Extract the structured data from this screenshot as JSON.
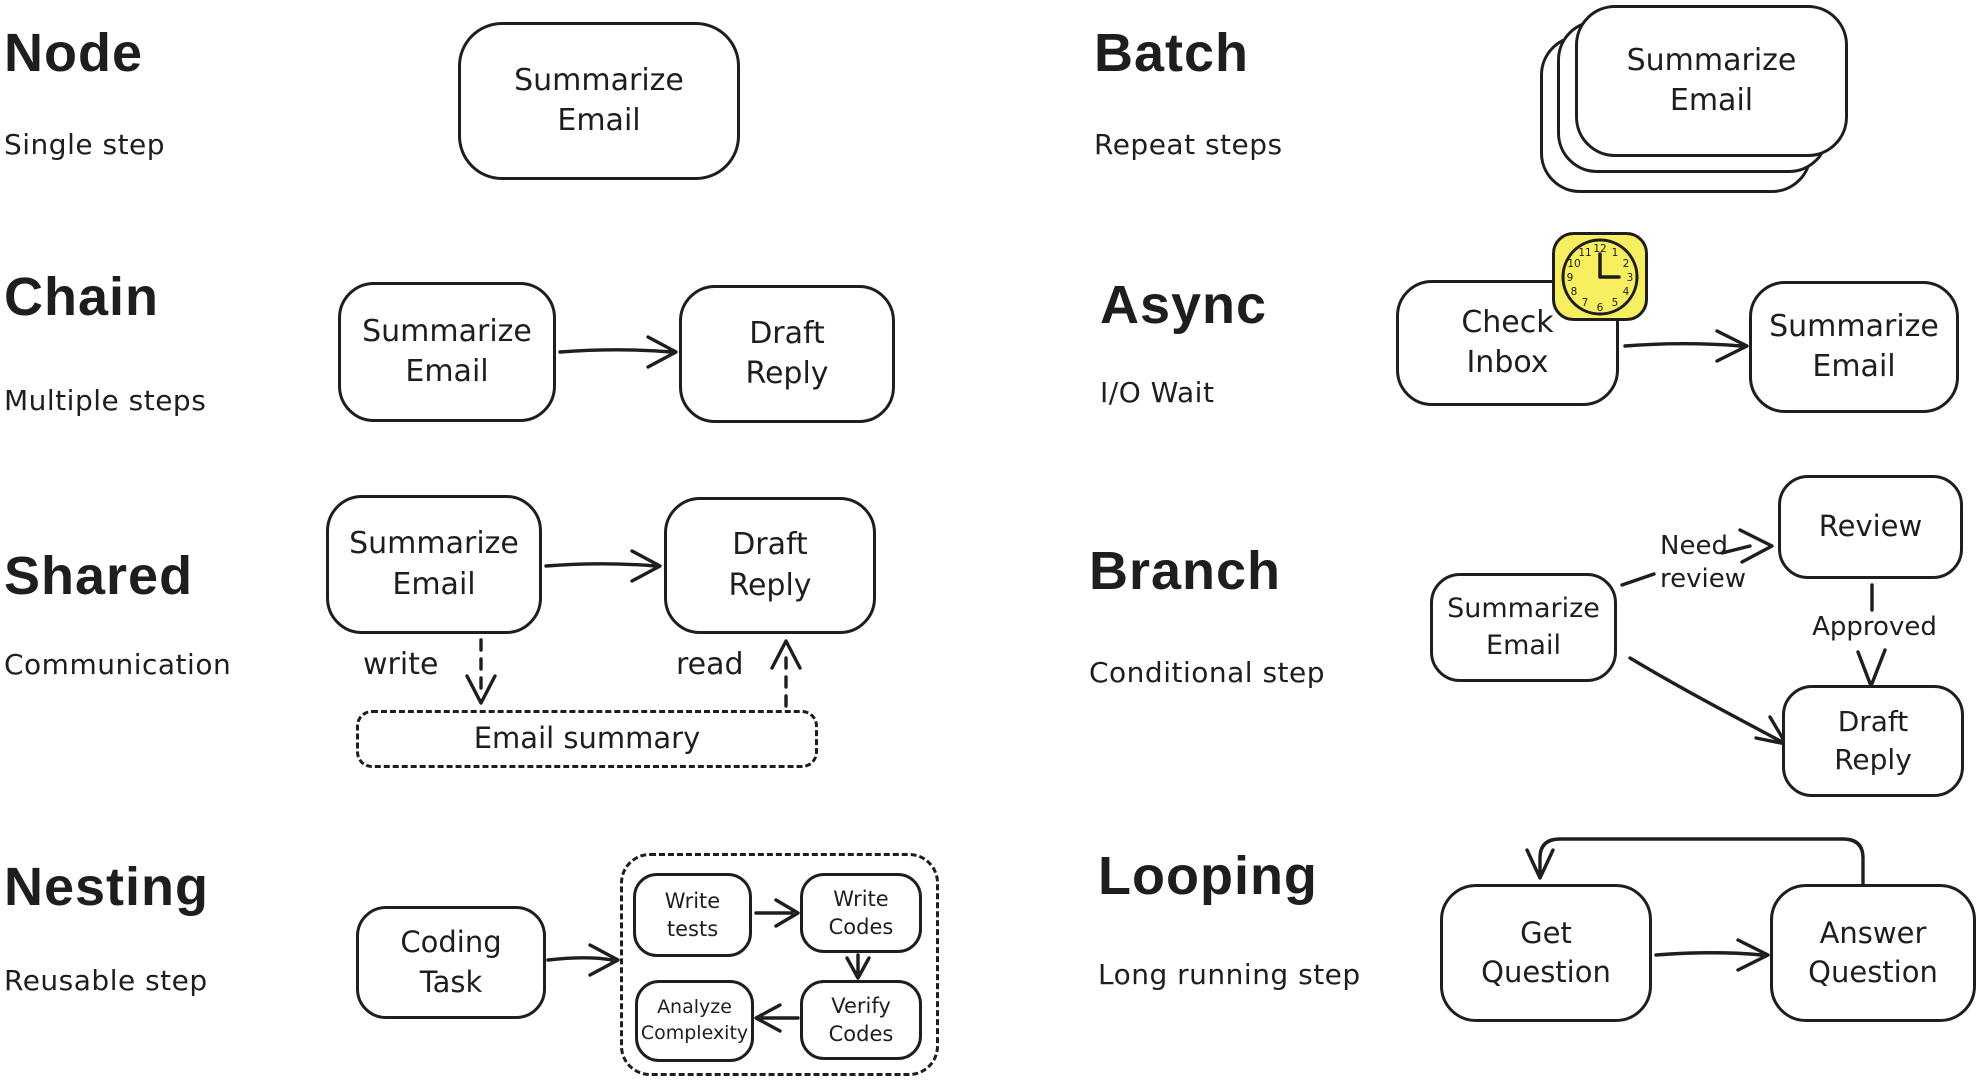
{
  "canvas": {
    "ink_color": "#1e1e1e",
    "background_color": "#ffffff",
    "accent_yellow": "#f7ef5f"
  },
  "sections": {
    "node": {
      "title": "Node",
      "subtitle": "Single step",
      "nodes": {
        "summarize_email": "Summarize Email"
      }
    },
    "chain": {
      "title": "Chain",
      "subtitle": "Multiple steps",
      "nodes": {
        "summarize_email": "Summarize Email",
        "draft_reply": "Draft Reply"
      }
    },
    "shared": {
      "title": "Shared",
      "subtitle": "Communication",
      "nodes": {
        "summarize_email": "Summarize Email",
        "draft_reply": "Draft Reply",
        "email_summary": "Email summary"
      },
      "labels": {
        "write": "write",
        "read": "read"
      }
    },
    "nesting": {
      "title": "Nesting",
      "subtitle": "Reusable step",
      "nodes": {
        "coding_task": "Coding Task",
        "write_tests": "Write tests",
        "write_codes": "Write Codes",
        "verify_codes": "Verify Codes",
        "analyze_complexity": "Analyze Complexity"
      }
    },
    "batch": {
      "title": "Batch",
      "subtitle": "Repeat steps",
      "nodes": {
        "summarize_email": "Summarize Email"
      }
    },
    "async": {
      "title": "Async",
      "subtitle": "I/O Wait",
      "nodes": {
        "check_inbox": "Check Inbox",
        "summarize_email": "Summarize Email"
      },
      "clock": {
        "icon": "clock-icon",
        "numerals": [
          "12",
          "1",
          "2",
          "3",
          "4",
          "5",
          "6",
          "7",
          "8",
          "9",
          "10",
          "11"
        ]
      }
    },
    "branch": {
      "title": "Branch",
      "subtitle": "Conditional step",
      "nodes": {
        "summarize_email": "Summarize Email",
        "review": "Review",
        "draft_reply": "Draft Reply"
      },
      "labels": {
        "need_review": "Need review",
        "approved": "Approved"
      }
    },
    "looping": {
      "title": "Looping",
      "subtitle": "Long running step",
      "nodes": {
        "get_question": "Get Question",
        "answer_question": "Answer Question"
      }
    }
  }
}
